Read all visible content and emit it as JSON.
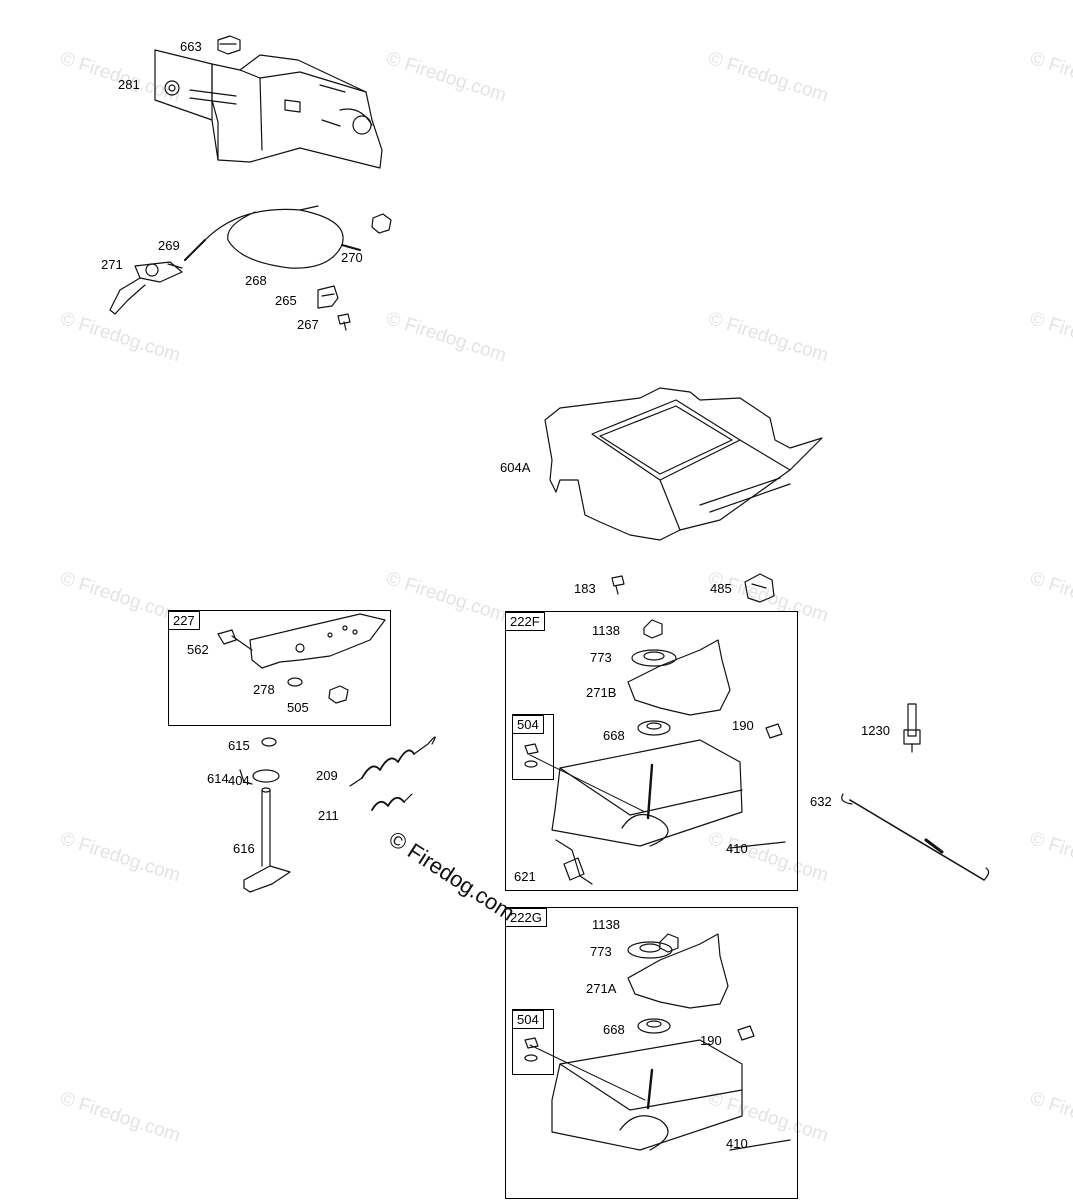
{
  "watermark": {
    "text": "© Firedog.com",
    "center_text": "© Firedog.com"
  },
  "parts": {
    "p663": "663",
    "p281": "281",
    "p269": "269",
    "p271": "271",
    "p268": "268",
    "p270": "270",
    "p265": "265",
    "p267": "267",
    "p604A": "604A",
    "p183": "183",
    "p485": "485",
    "p615": "615",
    "p404": "404",
    "p614": "614",
    "p616": "616",
    "p209": "209",
    "p211": "211",
    "p1230": "1230",
    "p632": "632",
    "g227": {
      "title": "227",
      "p562": "562",
      "p278": "278",
      "p505": "505"
    },
    "g222F": {
      "title": "222F",
      "p1138": "1138",
      "p773": "773",
      "p271B": "271B",
      "p190": "190",
      "p668": "668",
      "p504": "504",
      "p621": "621",
      "p410": "410"
    },
    "g222G": {
      "title": "222G",
      "p1138": "1138",
      "p773": "773",
      "p271A": "271A",
      "p190": "190",
      "p668": "668",
      "p504": "504",
      "p410": "410"
    }
  }
}
